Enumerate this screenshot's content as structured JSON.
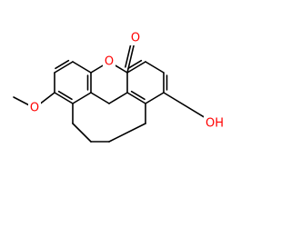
{
  "structure": {
    "labels": {
      "ring_oxygen": "O",
      "carbonyl_oxygen": "O",
      "methoxy_oxygen": "O",
      "hydroxyl": "OH"
    },
    "colors": {
      "bond": "#000000",
      "oxygen": "#ff0000",
      "background": "#ffffff"
    }
  }
}
